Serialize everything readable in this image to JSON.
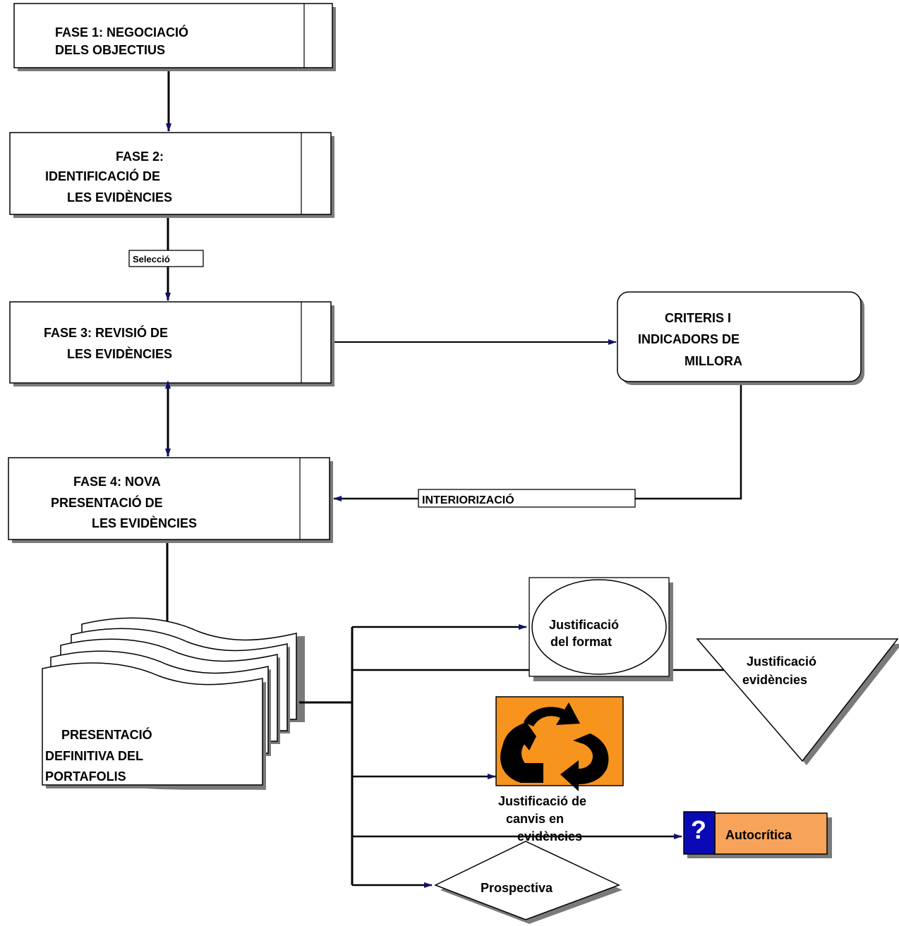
{
  "phases": {
    "phase1": {
      "lines": [
        "FASE 1: NEGOCIACIÓ",
        "DELS OBJECTIUS"
      ]
    },
    "phase2": {
      "lines": [
        "FASE 2:",
        "IDENTIFICACIÓ DE",
        "LES EVIDÈNCIES"
      ]
    },
    "phase3": {
      "lines": [
        "FASE 3: REVISIÓ DE",
        "LES EVIDÈNCIES"
      ]
    },
    "phase4": {
      "lines": [
        "FASE 4: NOVA",
        "PRESENTACIÓ DE",
        "LES EVIDÈNCIES"
      ]
    }
  },
  "criteria": {
    "lines": [
      "CRITERIS I",
      "INDICADORS DE",
      "MILLORA"
    ]
  },
  "connector_labels": {
    "seleccio": "Selecció",
    "interioritzacio": "INTERIORIZACIÓ"
  },
  "portfolio": {
    "lines": [
      "PRESENTACIÓ",
      "DEFINITIVA DEL",
      "PORTAFOLIS"
    ]
  },
  "outputs": {
    "format": {
      "lines": [
        "Justificació",
        "del format"
      ]
    },
    "evidencies": {
      "lines": [
        "Justificació",
        "evidències"
      ]
    },
    "canvis": {
      "lines": [
        "Justificació de",
        "canvis en",
        "evidències"
      ],
      "icon": "recycle-icon",
      "icon_bg": "#f7941d"
    },
    "autocritica": {
      "label": "Autocrítica",
      "icon": "question-icon",
      "icon_bg": "#0a0ab4",
      "label_bg": "#f7a45a"
    },
    "prospectiva": {
      "label": "Prospectiva"
    }
  }
}
